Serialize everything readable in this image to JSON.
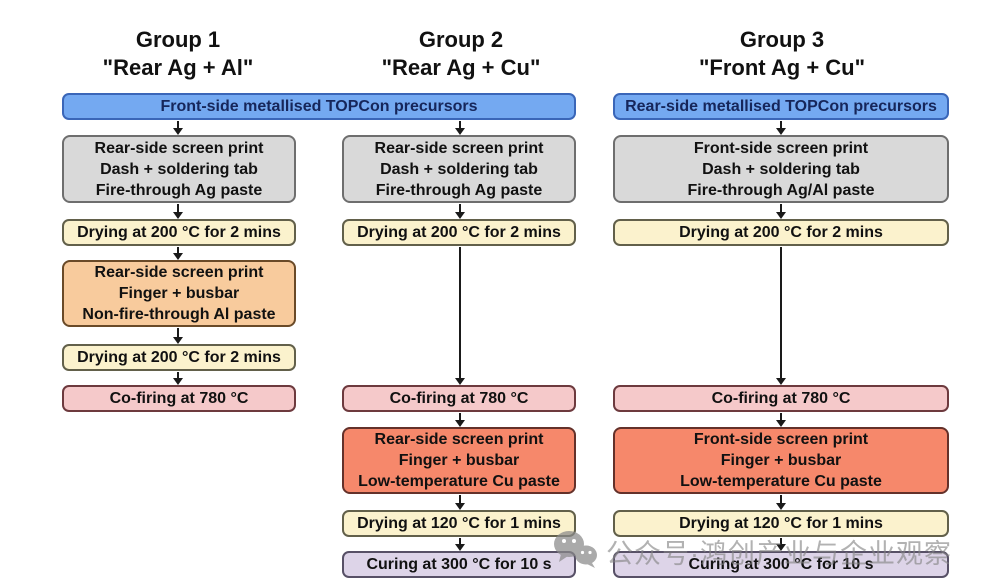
{
  "headers": [
    {
      "title": "Group 1",
      "subtitle": "\"Rear Ag + Al\""
    },
    {
      "title": "Group 2",
      "subtitle": "\"Rear Ag + Cu\""
    },
    {
      "title": "Group 3",
      "subtitle": "\"Front Ag + Cu\""
    }
  ],
  "boxes": {
    "precursor_front": "Front-side metallised TOPCon precursors",
    "precursor_rear": "Rear-side metallised TOPCon precursors",
    "g1_print_dash": "Rear-side screen print\nDash + soldering tab\nFire-through Ag paste",
    "g2_print_dash": "Rear-side screen print\nDash + soldering tab\nFire-through Ag paste",
    "g3_print_dash": "Front-side screen print\nDash + soldering tab\nFire-through Ag/Al paste",
    "drying_200": "Drying at 200 °C for 2 mins",
    "g1_print_finger": "Rear-side screen print\nFinger + busbar\nNon-fire-through Al paste",
    "cofiring": "Co-firing at 780 °C",
    "g2_print_finger": "Rear-side screen print\nFinger + busbar\nLow-temperature Cu paste",
    "g3_print_finger": "Front-side screen print\nFinger + busbar\nLow-temperature Cu paste",
    "drying_120": "Drying at 120 °C for 1 mins",
    "curing_300": "Curing at 300 °C for 10 s"
  },
  "colors": {
    "precursor_blue": "#74a9f1",
    "process_gray": "#d9d9d9",
    "drying_cream": "#fbf2cd",
    "al_paste_orange": "#f8cb9d",
    "cofiring_pink": "#f5c9ca",
    "cu_paste_red": "#f6886b",
    "curing_purple": "#ddd4e8"
  },
  "watermark": {
    "icon": "wechat-icon",
    "label": "公众号·鸿创产业与企业观察"
  }
}
